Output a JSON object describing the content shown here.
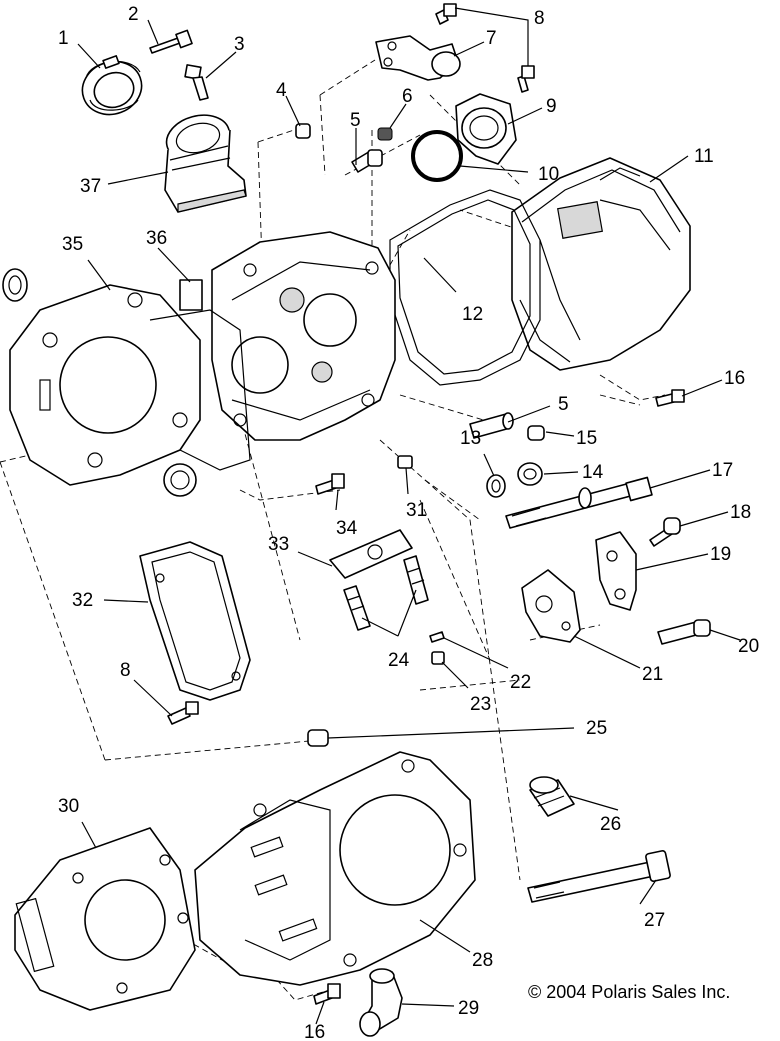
{
  "diagram": {
    "copyright": "© 2004 Polaris Sales Inc.",
    "callouts": [
      {
        "id": "1",
        "label": "1"
      },
      {
        "id": "2",
        "label": "2"
      },
      {
        "id": "3",
        "label": "3"
      },
      {
        "id": "4",
        "label": "4"
      },
      {
        "id": "5a",
        "label": "5"
      },
      {
        "id": "6",
        "label": "6"
      },
      {
        "id": "7",
        "label": "7"
      },
      {
        "id": "8a",
        "label": "8"
      },
      {
        "id": "9",
        "label": "9"
      },
      {
        "id": "10",
        "label": "10"
      },
      {
        "id": "11",
        "label": "11"
      },
      {
        "id": "12",
        "label": "12"
      },
      {
        "id": "35",
        "label": "35"
      },
      {
        "id": "36",
        "label": "36"
      },
      {
        "id": "37",
        "label": "37"
      },
      {
        "id": "16a",
        "label": "16"
      },
      {
        "id": "5b",
        "label": "5"
      },
      {
        "id": "15",
        "label": "15"
      },
      {
        "id": "13",
        "label": "13"
      },
      {
        "id": "14",
        "label": "14"
      },
      {
        "id": "17",
        "label": "17"
      },
      {
        "id": "18",
        "label": "18"
      },
      {
        "id": "19",
        "label": "19"
      },
      {
        "id": "20",
        "label": "20"
      },
      {
        "id": "21",
        "label": "21"
      },
      {
        "id": "31",
        "label": "31"
      },
      {
        "id": "34",
        "label": "34"
      },
      {
        "id": "33",
        "label": "33"
      },
      {
        "id": "32",
        "label": "32"
      },
      {
        "id": "24",
        "label": "24"
      },
      {
        "id": "22",
        "label": "22"
      },
      {
        "id": "23",
        "label": "23"
      },
      {
        "id": "8b",
        "label": "8"
      },
      {
        "id": "25",
        "label": "25"
      },
      {
        "id": "26",
        "label": "26"
      },
      {
        "id": "27",
        "label": "27"
      },
      {
        "id": "28",
        "label": "28"
      },
      {
        "id": "29",
        "label": "29"
      },
      {
        "id": "30",
        "label": "30"
      },
      {
        "id": "16b",
        "label": "16"
      }
    ]
  }
}
